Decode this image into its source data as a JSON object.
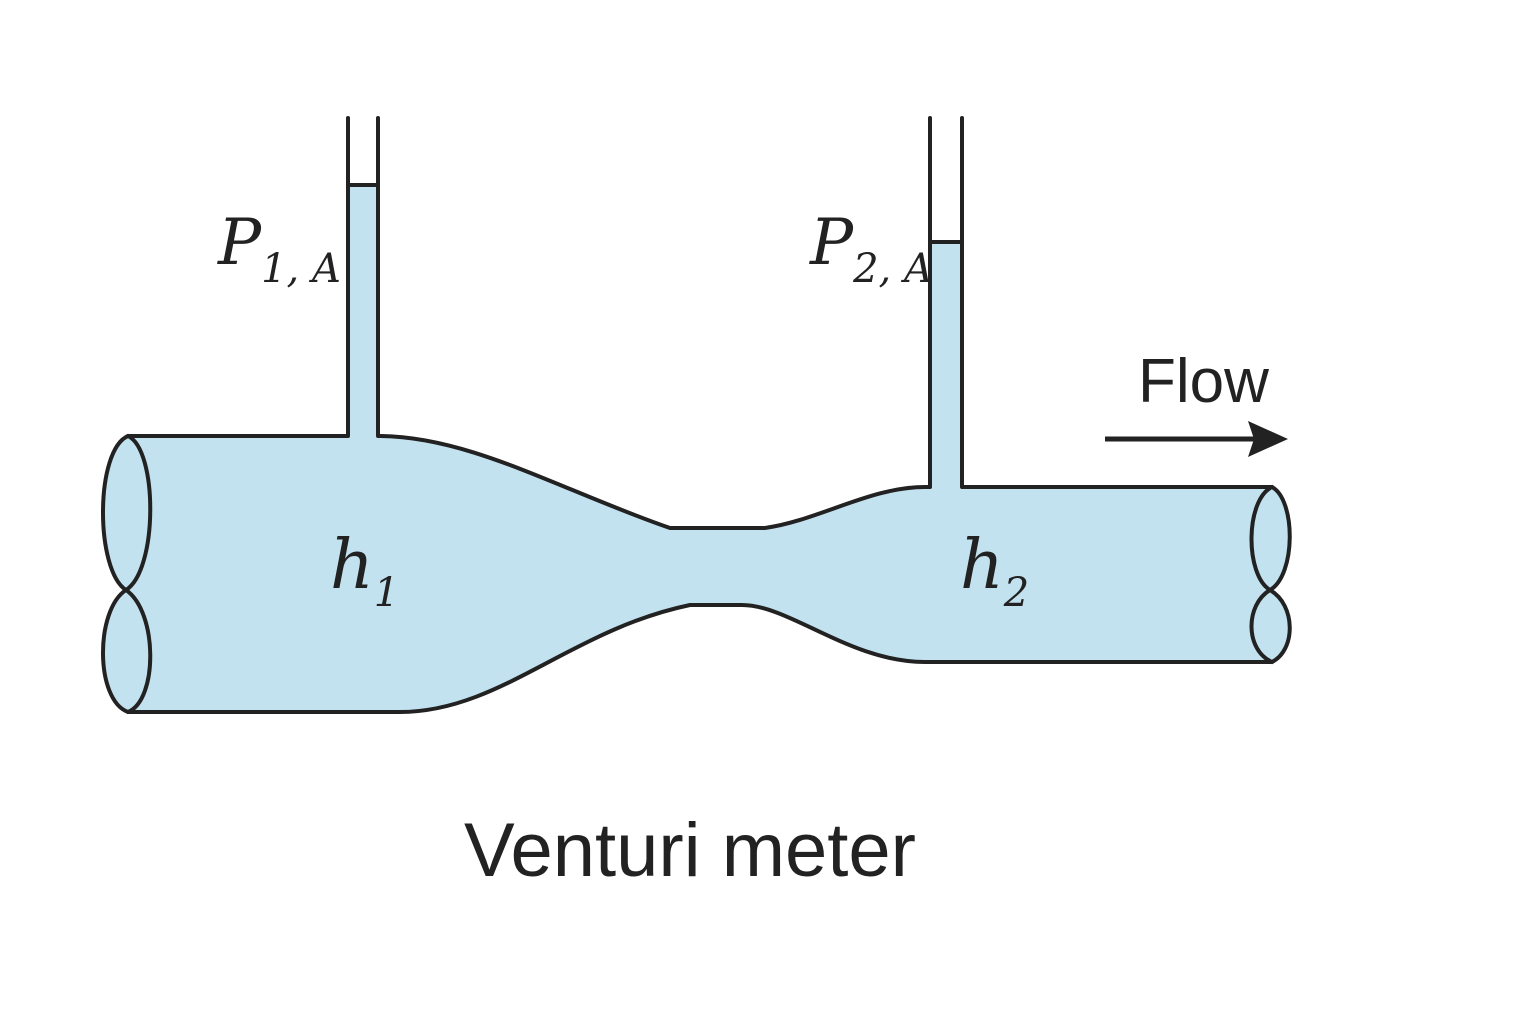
{
  "colors": {
    "water": "#c3e2ef",
    "outline": "#222222",
    "background": "#ffffff"
  },
  "labels": {
    "p1_main": "P",
    "p1_sub": "1, A",
    "p2_main": "P",
    "p2_sub": "2, A",
    "h1_main": "h",
    "h1_sub": "1",
    "h2_main": "h",
    "h2_sub": "2",
    "flow": "Flow",
    "caption": "Venturi meter"
  },
  "icons": {
    "flow_arrow": "right-arrow-icon"
  }
}
